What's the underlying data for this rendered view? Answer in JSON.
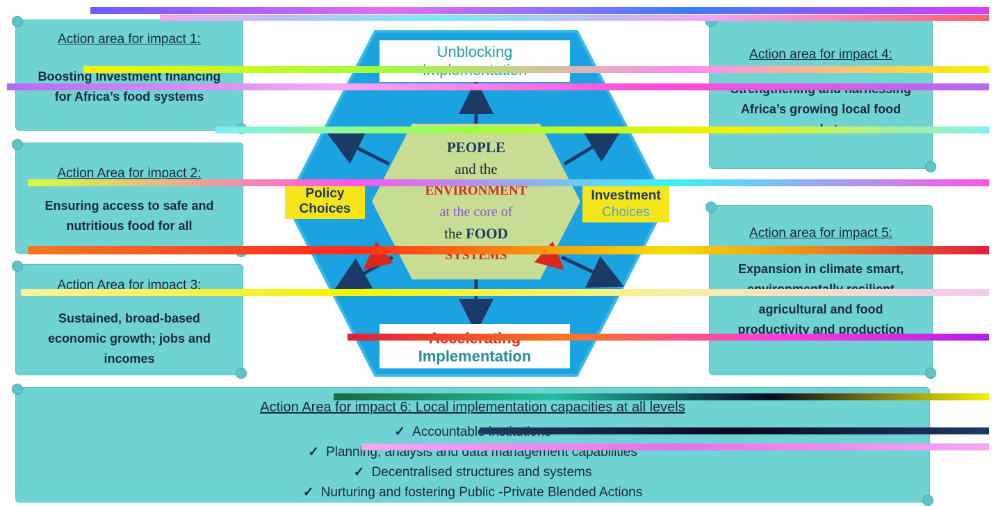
{
  "boxes": {
    "a1": {
      "title": "Action area for impact 1:",
      "body": [
        "Boosting Investment financing",
        "for Africa’s food systems"
      ]
    },
    "a2": {
      "title": "Action Area for impact 2:",
      "body": [
        "Ensuring access to safe and",
        "nutritious food for all"
      ]
    },
    "a3": {
      "title": "Action Area for impact 3:",
      "body": [
        "Sustained, broad-based",
        "economic growth; jobs and",
        "incomes"
      ]
    },
    "a4": {
      "title": "Action area for impact 4:",
      "body": [
        "Strengthening and harnessing",
        "Africa’s growing local food",
        "markets"
      ]
    },
    "a5": {
      "title": "Action area for impact 5:",
      "body": [
        "Expansion in climate smart,",
        "environmentally resilient",
        "agricultural and food",
        "productivity and production"
      ]
    },
    "a6": {
      "title": "Action Area for impact 6: Local implementation capacities at all levels",
      "bullets": [
        "Accountable institutions",
        "Planning, analysis and data management capabilities",
        "Decentralised structures and systems",
        "Nurturing and fostering Public -Private Blended Actions"
      ]
    }
  },
  "center": {
    "top": [
      "Unblocking",
      "Implementation"
    ],
    "bottom": [
      "Accelerating",
      "Implementation"
    ],
    "left": [
      "Policy",
      "Choices"
    ],
    "right": [
      "Investment",
      "Choices"
    ],
    "core": {
      "line1": "PEOPLE",
      "line2": "and the",
      "line3": "ENVIRONMENT",
      "line4": "at the core of",
      "line5a": "the",
      "line5b": "FOOD",
      "line6": "SYSTEMS"
    }
  },
  "colors": {
    "teal": "#6fd3d4",
    "hexBlue": "#1aa3e0",
    "hexOutline": "#3bb8ea",
    "innerHex": "#c8dc93",
    "yellow": "#f7e51b",
    "navy": "#1b3a66",
    "red": "#d9281c",
    "darkText": "#1b2a3a"
  }
}
